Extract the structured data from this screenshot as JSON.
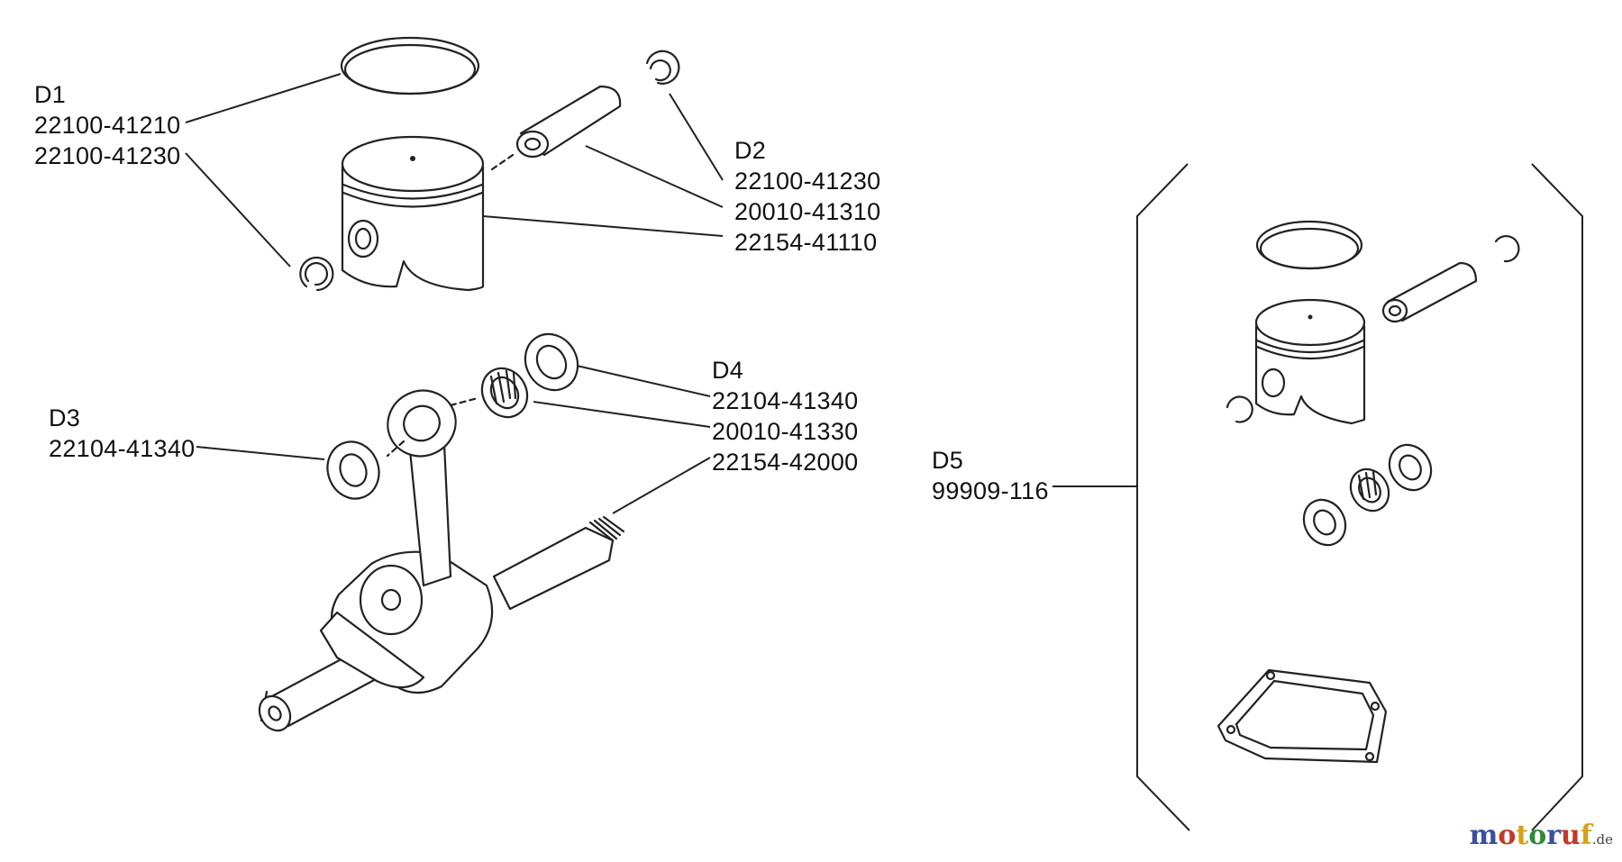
{
  "groups": {
    "d1": {
      "code": "D1",
      "parts": [
        "22100-41210",
        "22100-41230"
      ]
    },
    "d2": {
      "code": "D2",
      "parts": [
        "22100-41230",
        "20010-41310",
        "22154-41110"
      ]
    },
    "d3": {
      "code": "D3",
      "parts": [
        "22104-41340"
      ]
    },
    "d4": {
      "code": "D4",
      "parts": [
        "22104-41340",
        "20010-41330",
        "22154-42000"
      ]
    },
    "d5": {
      "code": "D5",
      "parts": [
        "99909-116"
      ]
    }
  },
  "watermark": {
    "text": "motoruf",
    "suffix": ".de",
    "colors": [
      "#3a4fa0",
      "#c0392b",
      "#d4a017",
      "#2e8b3a"
    ]
  }
}
